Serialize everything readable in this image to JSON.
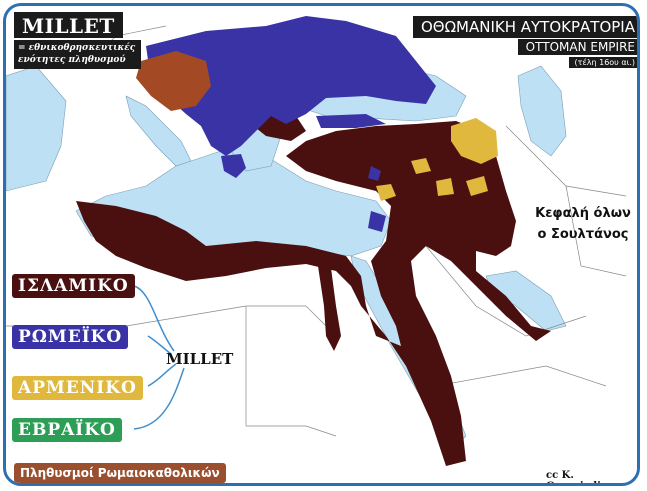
{
  "title_box": {
    "millet": "MILLET",
    "subtitle_line1": "= εθνικοθρησκευτικές",
    "subtitle_line2": "ενότητες πληθυσμού"
  },
  "header": {
    "greek": "ΟΘΩΜΑΝΙΚΗ ΑΥΤΟΚΡΑΤΟΡΙΑ",
    "english": "OTTOMAN EMPIRE",
    "date": "(τέλη 16ου αι.)"
  },
  "annotation": {
    "line1": "Κεφαλή όλων",
    "line2": "ο Σουλτάνος"
  },
  "legend": {
    "center": "MILLET",
    "items": [
      {
        "label": "ΙΣΛΑΜΙΚΟ",
        "color": "#4a0f0f"
      },
      {
        "label": "ΡΩΜΕΪΚΟ",
        "color": "#3a33a6"
      },
      {
        "label": "ΑΡΜΕΝΙΚΟ",
        "color": "#e0b83d"
      },
      {
        "label": "ΕΒΡΑΪΚΟ",
        "color": "#2d9e55"
      }
    ],
    "catholic": {
      "label": "Πληθυσμοί Ρωμαιοκαθολικών",
      "color": "#9a4f2f"
    }
  },
  "credit": "cc K. Georgiadis",
  "colors": {
    "sea": "#bde0f5",
    "land": "#ffffff",
    "islamic": "#4a0f0f",
    "orthodox": "#3a33a6",
    "armenian": "#e0b83d",
    "catholic": "#a34a25"
  }
}
